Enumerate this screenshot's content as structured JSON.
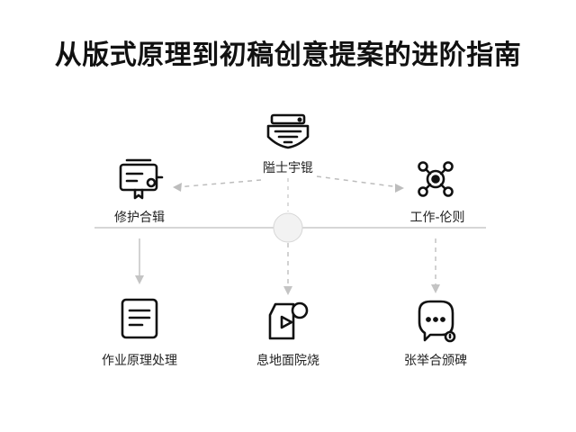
{
  "title": "从版式原理到初稿创意提案的进阶指南",
  "nodes": {
    "top": {
      "label": "隘士宇锟",
      "icon": "printer-icon"
    },
    "left": {
      "label": "修护合辑",
      "icon": "certificate-icon"
    },
    "right": {
      "label": "工作-伦则",
      "icon": "network-icon"
    },
    "bottom_left": {
      "label": "作业原理处理",
      "icon": "document-icon"
    },
    "bottom_center": {
      "label": "息地面院烧",
      "icon": "video-folder-icon"
    },
    "bottom_right": {
      "label": "张举合颁碑",
      "icon": "chat-bubble-icon"
    }
  }
}
